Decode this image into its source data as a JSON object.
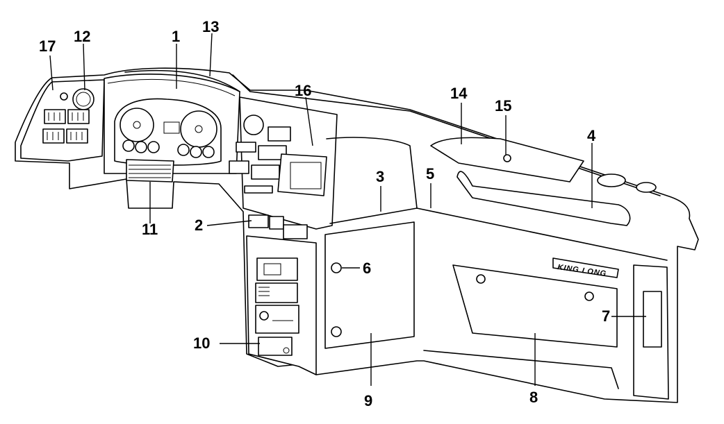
{
  "callouts": [
    {
      "id": "1",
      "label": "1"
    },
    {
      "id": "2",
      "label": "2"
    },
    {
      "id": "3",
      "label": "3"
    },
    {
      "id": "4",
      "label": "4"
    },
    {
      "id": "5",
      "label": "5"
    },
    {
      "id": "6",
      "label": "6"
    },
    {
      "id": "7",
      "label": "7"
    },
    {
      "id": "8",
      "label": "8"
    },
    {
      "id": "9",
      "label": "9"
    },
    {
      "id": "10",
      "label": "10"
    },
    {
      "id": "11",
      "label": "11"
    },
    {
      "id": "12",
      "label": "12"
    },
    {
      "id": "13",
      "label": "13"
    },
    {
      "id": "14",
      "label": "14"
    },
    {
      "id": "15",
      "label": "15"
    },
    {
      "id": "16",
      "label": "16"
    },
    {
      "id": "17",
      "label": "17"
    }
  ],
  "brand_plate": {
    "text": "KING LONG"
  }
}
